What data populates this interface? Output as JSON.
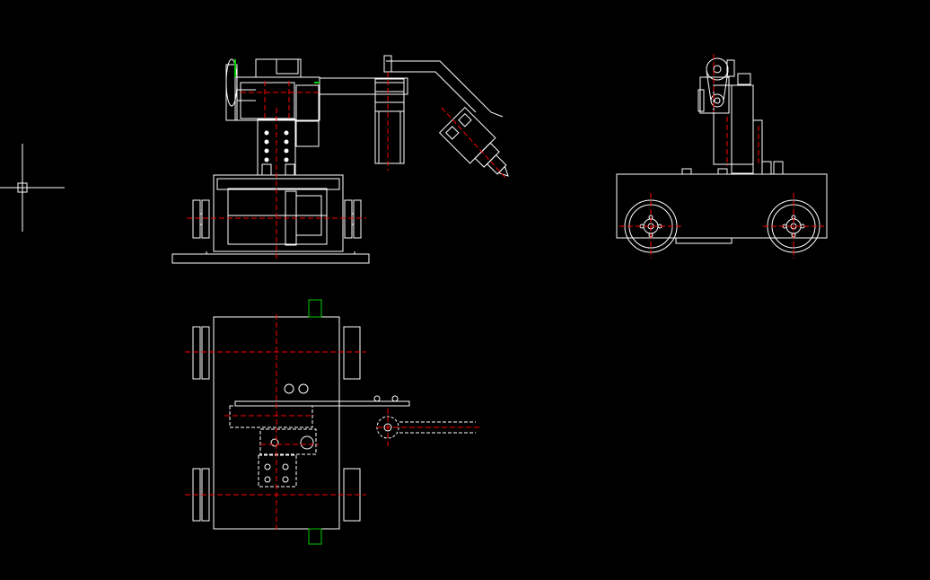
{
  "drawing": {
    "background": "#000000",
    "colors": {
      "outline": "#ffffff",
      "centerline": "#ff0000",
      "highlight": "#00cc00",
      "hidden": "#ffffff"
    },
    "views": [
      {
        "name": "front-view"
      },
      {
        "name": "side-view"
      },
      {
        "name": "top-view"
      }
    ],
    "cursor": {
      "icon": "crosshair-cursor-icon"
    }
  }
}
